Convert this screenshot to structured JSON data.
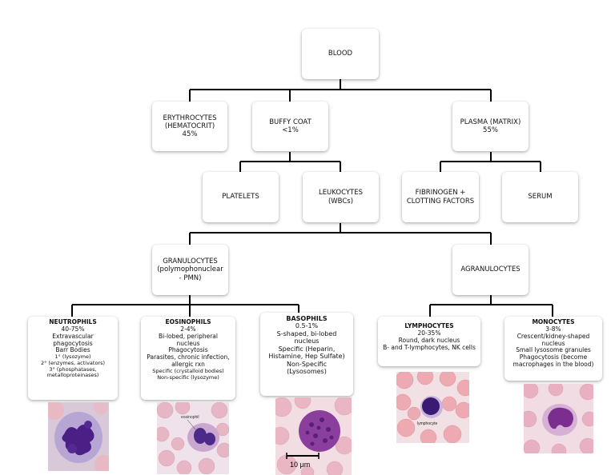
{
  "root": {
    "label": "BLOOD"
  },
  "level1": {
    "erythrocytes": {
      "title": "ERYTHROCYTES",
      "sub": "(HEMATOCRIT)",
      "pct": "45%"
    },
    "buffy": {
      "title": "BUFFY COAT",
      "pct": "<1%"
    },
    "plasma": {
      "title": "PLASMA (MATRIX)",
      "pct": "55%"
    }
  },
  "level2": {
    "platelets": "PLATELETS",
    "leukocytes": {
      "title": "LEUKOCYTES",
      "sub": "(WBCs)"
    },
    "fibrinogen": {
      "line1": "FIBRINOGEN +",
      "line2": "CLOTTING FACTORS"
    },
    "serum": "SERUM"
  },
  "level3": {
    "granulocytes": {
      "title": "GRANULOCYTES",
      "sub1": "(polymophonuclear",
      "sub2": "- PMN)"
    },
    "agranulocytes": "AGRANULOCYTES"
  },
  "cells": {
    "neutrophils": {
      "title": "NEUTROPHILS",
      "pct": "40-75%",
      "lines": [
        "Extravascular",
        "phagocytosis",
        "Barr Bodies",
        "1° (lysozyme)",
        "2° (enzymes, activators)",
        "3° (phosphatases,",
        "metalloproteinases)"
      ]
    },
    "eosinophils": {
      "title": "EOSINOPHILS",
      "pct": "2-4%",
      "lines": [
        "Bi-lobed, peripheral",
        "nucleus",
        "Phagocytosis",
        "Parasites, chronic infection,",
        "allergic rxn",
        "Specific (crystalloid bodies)",
        "Non-specific (lysozyme)"
      ],
      "image_label": "eosinophil"
    },
    "basophils": {
      "title": "BASOPHILS",
      "pct": "0.5-1%",
      "lines": [
        "S-shaped, bi-lobed",
        "nucleus",
        "Specific (Heparin,",
        "Histamine, Hep Sulfate)",
        "Non-Specific",
        "(Lysosomes)"
      ],
      "scale": "10 μm"
    },
    "lymphocytes": {
      "title": "LYMPHOCYTES",
      "pct": "20-35%",
      "lines": [
        "Round, dark nucleus",
        "B- and T-lymphocytes, NK cells"
      ],
      "image_label": "lymphocyte"
    },
    "monocytes": {
      "title": "MONOCYTES",
      "pct": "3-8%",
      "lines": [
        "Crescent/kidney-shaped",
        "nucleus",
        "Small lysosome granules",
        "Phagocytosis (become",
        "macrophages in the blood)"
      ]
    }
  },
  "icons": [
    "neutrophil-image",
    "eosinophil-image",
    "basophil-image",
    "lymphocyte-image",
    "monocyte-image"
  ]
}
